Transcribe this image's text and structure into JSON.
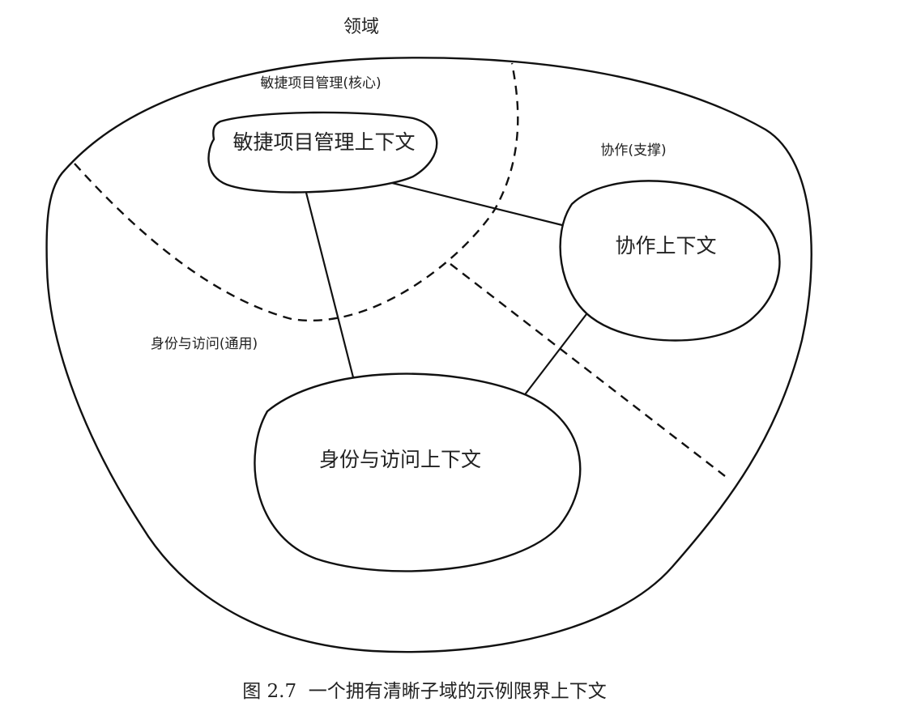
{
  "diagram": {
    "domain_label": "领域",
    "subdomains": {
      "core": "敏捷项目管理(核心)",
      "supporting": "协作(支撑)",
      "generic": "身份与访问(通用)"
    },
    "contexts": {
      "agile_pm": "敏捷项目管理上下文",
      "collaboration": "协作上下文",
      "identity_access": "身份与访问上下文"
    },
    "caption": "图 2.7  一个拥有清晰子域的示例限界上下文"
  }
}
